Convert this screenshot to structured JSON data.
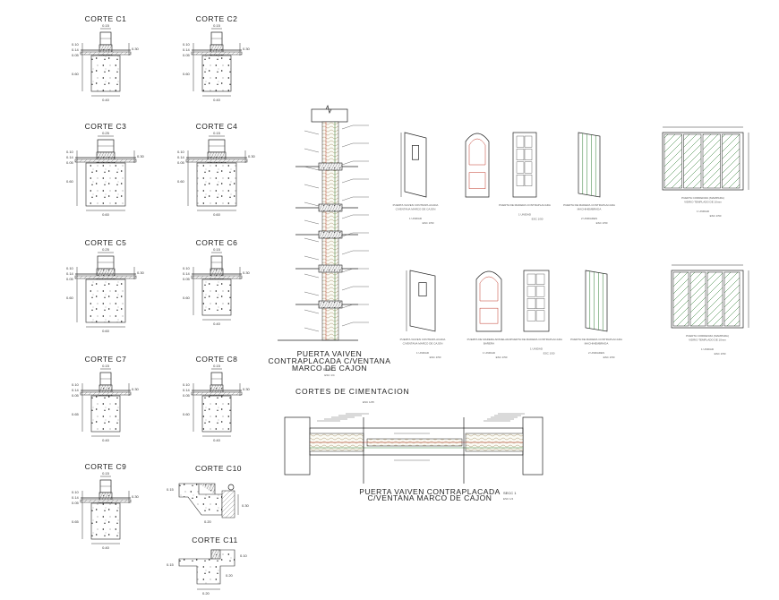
{
  "footings": [
    {
      "title": "CORTE C1",
      "top": "0.15",
      "l1": "0.10",
      "l2": "0.14",
      "l3": "0.05",
      "h": "0.60",
      "right": "0.30",
      "base": "0.40"
    },
    {
      "title": "CORTE C2",
      "top": "0.15",
      "l1": "0.10",
      "l2": "0.14",
      "l3": "0.05",
      "h": "0.60",
      "right": "0.30",
      "base": "0.40"
    },
    {
      "title": "CORTE C3",
      "top": "0.25",
      "l1": "0.10",
      "l2": "0.14",
      "l3": "0.05",
      "h": "0.60",
      "right": "0.30",
      "base": "0.60"
    },
    {
      "title": "CORTE C4",
      "top": "0.15",
      "l1": "0.10",
      "l2": "0.14",
      "l3": "0.05",
      "h": "0.60",
      "right": "0.30",
      "base": "0.60"
    },
    {
      "title": "CORTE C5",
      "top": "0.25",
      "l1": "0.10",
      "l2": "0.14",
      "l3": "0.05",
      "h": "0.60",
      "right": "0.30",
      "base": "0.60"
    },
    {
      "title": "CORTE C6",
      "top": "0.15",
      "l1": "0.10",
      "l2": "0.14",
      "l3": "0.05",
      "h": "0.60",
      "right": "0.30",
      "base": "0.40"
    },
    {
      "title": "CORTE C7",
      "top": "0.15",
      "l1": "0.10",
      "l2": "0.14",
      "l3": "0.05",
      "h": "0.65",
      "right": "0.30",
      "base": "0.40"
    },
    {
      "title": "CORTE C8",
      "top": "0.15",
      "l1": "0.10",
      "l2": "0.14",
      "l3": "0.05",
      "h": "0.60",
      "right": "0.30",
      "base": "0.40"
    },
    {
      "title": "CORTE C9",
      "top": "0.15",
      "l1": "0.10",
      "l2": "0.14",
      "l3": "0.05",
      "h": "0.65",
      "right": "0.30",
      "base": "0.40"
    }
  ],
  "small_sections": [
    {
      "title": "CORTE C10",
      "d1": "0.15",
      "d2": "0.30",
      "d3": "0.20"
    },
    {
      "title": "CORTE C11",
      "d1": "0.15",
      "d2": "0.10",
      "d3": "0.20",
      "d4": "0.20"
    }
  ],
  "wall_section": {
    "title": "PUERTA VAIVEN CONTRAPLACADA C/VENTANA MARCO DE CAJON",
    "sub": "SECC 2",
    "scale": "ESC 1/4"
  },
  "cimentacion": {
    "title": "CORTES DE CIMENTACION",
    "scale": "ESC 1/25",
    "caption": "PUERTA VAIVEN CONTRAPLACADA C/VENTANA MARCO DE CAJON",
    "sub": "SECC 1",
    "sub_scale": "ESC 1/4"
  },
  "doors_row1": [
    {
      "label": "PUERTA VAIVEN CONTRAPLACADA C/VENTANA MARCO DE CAJON",
      "qty": "1 UNIDAD",
      "scale": "ESC 1/50"
    },
    {
      "label": "",
      "qty": "",
      "scale": ""
    },
    {
      "label": "PUERTA DE MADERA CONTRAPLACADA",
      "qty": "1 UNIDAD",
      "scale": "ESC 1/50"
    },
    {
      "label": "PUERTA DE MADERA CONTRAPLACADA MACHIHEMBRADA",
      "qty": "2 UNIDADES",
      "scale": "ESC 1/50"
    },
    {
      "label": "PUERTA CORREDIZA (MAMPARA) VIDRIO TEMPLADO DE 10mm",
      "qty": "1 UNIDAD",
      "scale": "ESC 1/50"
    }
  ],
  "doors_row2": [
    {
      "label": "PUERTA VAIVEN CONTRAPLACADA C/VENTANA MARCO DE CAJON",
      "qty": "1 UNIDAD",
      "scale": "ESC 1/50"
    },
    {
      "label": "PUERTA DE MADERA APANELADA BAÑERA",
      "qty": "1 UNIDAD",
      "scale": "ESC 1/50"
    },
    {
      "label": "PUERTA DE MADERA CONTRAPLACADA",
      "qty": "1 UNIDAD",
      "scale": "ESC 1/50"
    },
    {
      "label": "PUERTA DE MADERA CONTRAPLACADA MACHIHEMBRADA",
      "qty": "2 UNIDADES",
      "scale": "ESC 1/50"
    },
    {
      "label": "PUERTA CORREDIZA (MAMPARA) VIDRIO TEMPLADO DE 10mm",
      "qty": "1 UNIDAD",
      "scale": "ESC 1/50"
    }
  ]
}
